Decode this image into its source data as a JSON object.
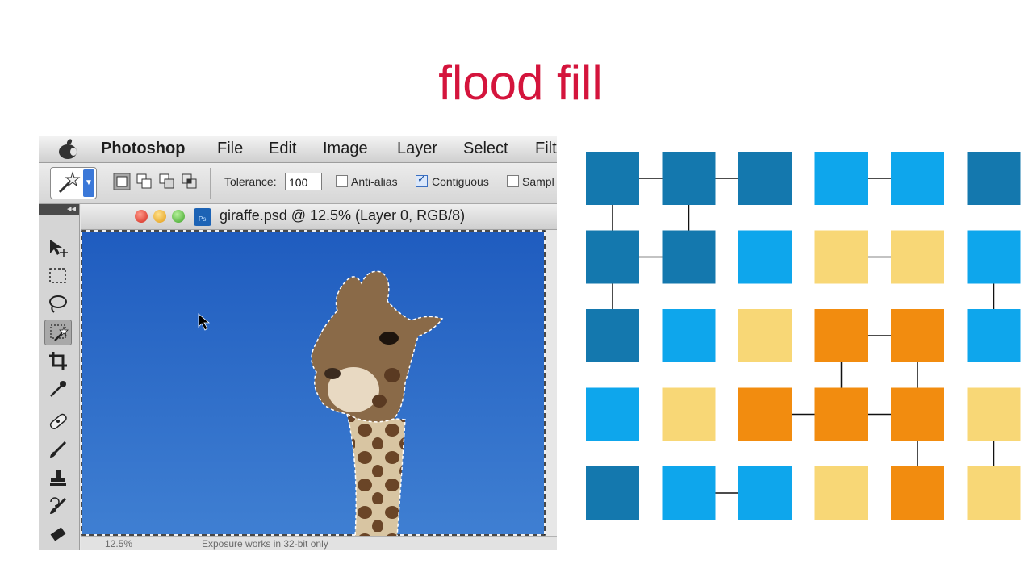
{
  "slide": {
    "title": "flood fill"
  },
  "photoshop": {
    "menu": [
      "Photoshop",
      "File",
      "Edit",
      "Image",
      "Layer",
      "Select",
      "Filt"
    ],
    "options": {
      "tolerance_label": "Tolerance:",
      "tolerance_value": "100",
      "anti_alias_label": "Anti-alias",
      "anti_alias_checked": false,
      "contiguous_label": "Contiguous",
      "contiguous_checked": true,
      "sample_label": "Sampl"
    },
    "document": {
      "title": "giraffe.psd @ 12.5% (Layer 0, RGB/8)"
    },
    "status": {
      "zoom": "12.5%",
      "message": "Exposure works in 32-bit only"
    },
    "tools": [
      "move-tool",
      "marquee-tool",
      "lasso-tool",
      "magic-wand-tool",
      "crop-tool",
      "eyedropper-tool",
      "healing-brush-tool",
      "brush-tool",
      "clone-stamp-tool",
      "history-brush-tool",
      "eraser-tool"
    ]
  },
  "grid": {
    "colors": {
      "dark_blue": "#1478ae",
      "light_blue": "#0ea6ec",
      "light_yellow": "#f8d776",
      "orange": "#f28c0f"
    },
    "rows": [
      [
        "dark_blue",
        "dark_blue",
        "dark_blue",
        "light_blue",
        "light_blue",
        "dark_blue"
      ],
      [
        "dark_blue",
        "dark_blue",
        "light_blue",
        "light_yellow",
        "light_yellow",
        "light_blue"
      ],
      [
        "dark_blue",
        "light_blue",
        "light_yellow",
        "orange",
        "orange",
        "light_blue"
      ],
      [
        "light_blue",
        "light_yellow",
        "orange",
        "orange",
        "orange",
        "light_yellow"
      ],
      [
        "dark_blue",
        "light_blue",
        "light_blue",
        "light_yellow",
        "orange",
        "light_yellow"
      ]
    ]
  }
}
